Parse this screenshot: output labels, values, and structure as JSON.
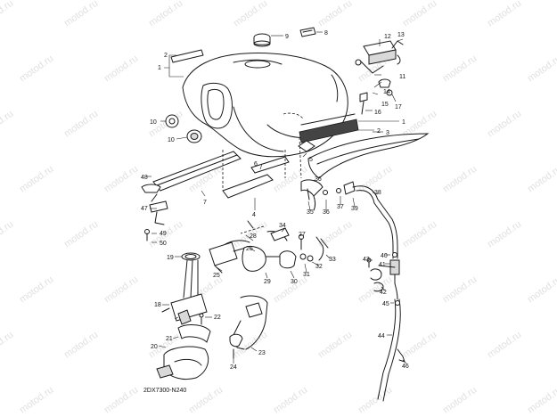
{
  "watermark": {
    "text": "motod.ru"
  },
  "diagram_code": "2DX7300-N240",
  "callouts": [
    {
      "id": "1",
      "label": "1"
    },
    {
      "id": "2",
      "label": "2"
    },
    {
      "id": "1b",
      "label": "1"
    },
    {
      "id": "2b",
      "label": "2"
    },
    {
      "id": "3",
      "label": "3"
    },
    {
      "id": "4",
      "label": "4"
    },
    {
      "id": "5",
      "label": "5"
    },
    {
      "id": "6",
      "label": "6"
    },
    {
      "id": "7",
      "label": "7"
    },
    {
      "id": "8",
      "label": "8"
    },
    {
      "id": "9",
      "label": "9"
    },
    {
      "id": "10a",
      "label": "10"
    },
    {
      "id": "10b",
      "label": "10"
    },
    {
      "id": "11",
      "label": "11"
    },
    {
      "id": "12",
      "label": "12"
    },
    {
      "id": "13",
      "label": "13"
    },
    {
      "id": "14",
      "label": "14"
    },
    {
      "id": "15",
      "label": "15"
    },
    {
      "id": "16",
      "label": "16"
    },
    {
      "id": "17",
      "label": "17"
    },
    {
      "id": "18",
      "label": "18"
    },
    {
      "id": "19",
      "label": "19"
    },
    {
      "id": "20",
      "label": "20"
    },
    {
      "id": "21",
      "label": "21"
    },
    {
      "id": "22",
      "label": "22"
    },
    {
      "id": "23",
      "label": "23"
    },
    {
      "id": "24",
      "label": "24"
    },
    {
      "id": "25",
      "label": "25"
    },
    {
      "id": "26",
      "label": "26"
    },
    {
      "id": "27",
      "label": "27"
    },
    {
      "id": "28",
      "label": "28"
    },
    {
      "id": "29",
      "label": "29"
    },
    {
      "id": "30",
      "label": "30"
    },
    {
      "id": "31",
      "label": "31"
    },
    {
      "id": "32",
      "label": "32"
    },
    {
      "id": "33",
      "label": "33"
    },
    {
      "id": "34",
      "label": "34"
    },
    {
      "id": "35",
      "label": "35"
    },
    {
      "id": "36a",
      "label": "36"
    },
    {
      "id": "36b",
      "label": "36"
    },
    {
      "id": "37",
      "label": "37"
    },
    {
      "id": "38",
      "label": "38"
    },
    {
      "id": "39",
      "label": "39"
    },
    {
      "id": "40",
      "label": "40"
    },
    {
      "id": "41",
      "label": "41"
    },
    {
      "id": "42",
      "label": "42"
    },
    {
      "id": "43",
      "label": "43"
    },
    {
      "id": "44",
      "label": "44"
    },
    {
      "id": "45",
      "label": "45"
    },
    {
      "id": "46",
      "label": "46"
    },
    {
      "id": "47",
      "label": "47"
    },
    {
      "id": "48",
      "label": "48"
    },
    {
      "id": "49",
      "label": "49"
    },
    {
      "id": "50",
      "label": "50"
    }
  ]
}
